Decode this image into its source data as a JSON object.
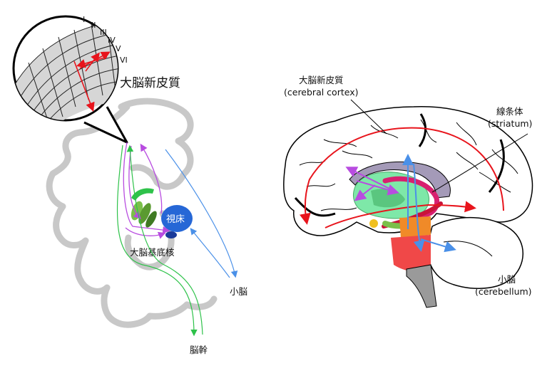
{
  "left_panel": {
    "cortex_label": "大脳新皮質",
    "layers": [
      "I",
      "II",
      "III",
      "IV",
      "V",
      "VI"
    ],
    "thalamus_label": "視床",
    "basal_ganglia_label": "大脳基底核",
    "cerebellum_label": "小脳",
    "brainstem_label": "脳幹"
  },
  "right_panel": {
    "cortex_label_jp": "大脳新皮質",
    "cortex_label_en": "(cerebral cortex)",
    "striatum_label_jp": "線条体",
    "striatum_label_en": "(striatum)",
    "cerebellum_label_jp": "小脳",
    "cerebellum_label_en": "(cerebellum)"
  },
  "colors": {
    "outline_gray": "#c8c8c8",
    "red": "#e8141c",
    "magenta": "#b84ce0",
    "blue_arrow": "#4a90e8",
    "green_arrow": "#2ec24a",
    "thalamus_blue": "#2667d6",
    "striatum_green": "#7ee8a8",
    "cerebellum_ped": "#f08a28",
    "brainstem_red": "#f04848",
    "brainstem_gray": "#9a9a9a"
  }
}
